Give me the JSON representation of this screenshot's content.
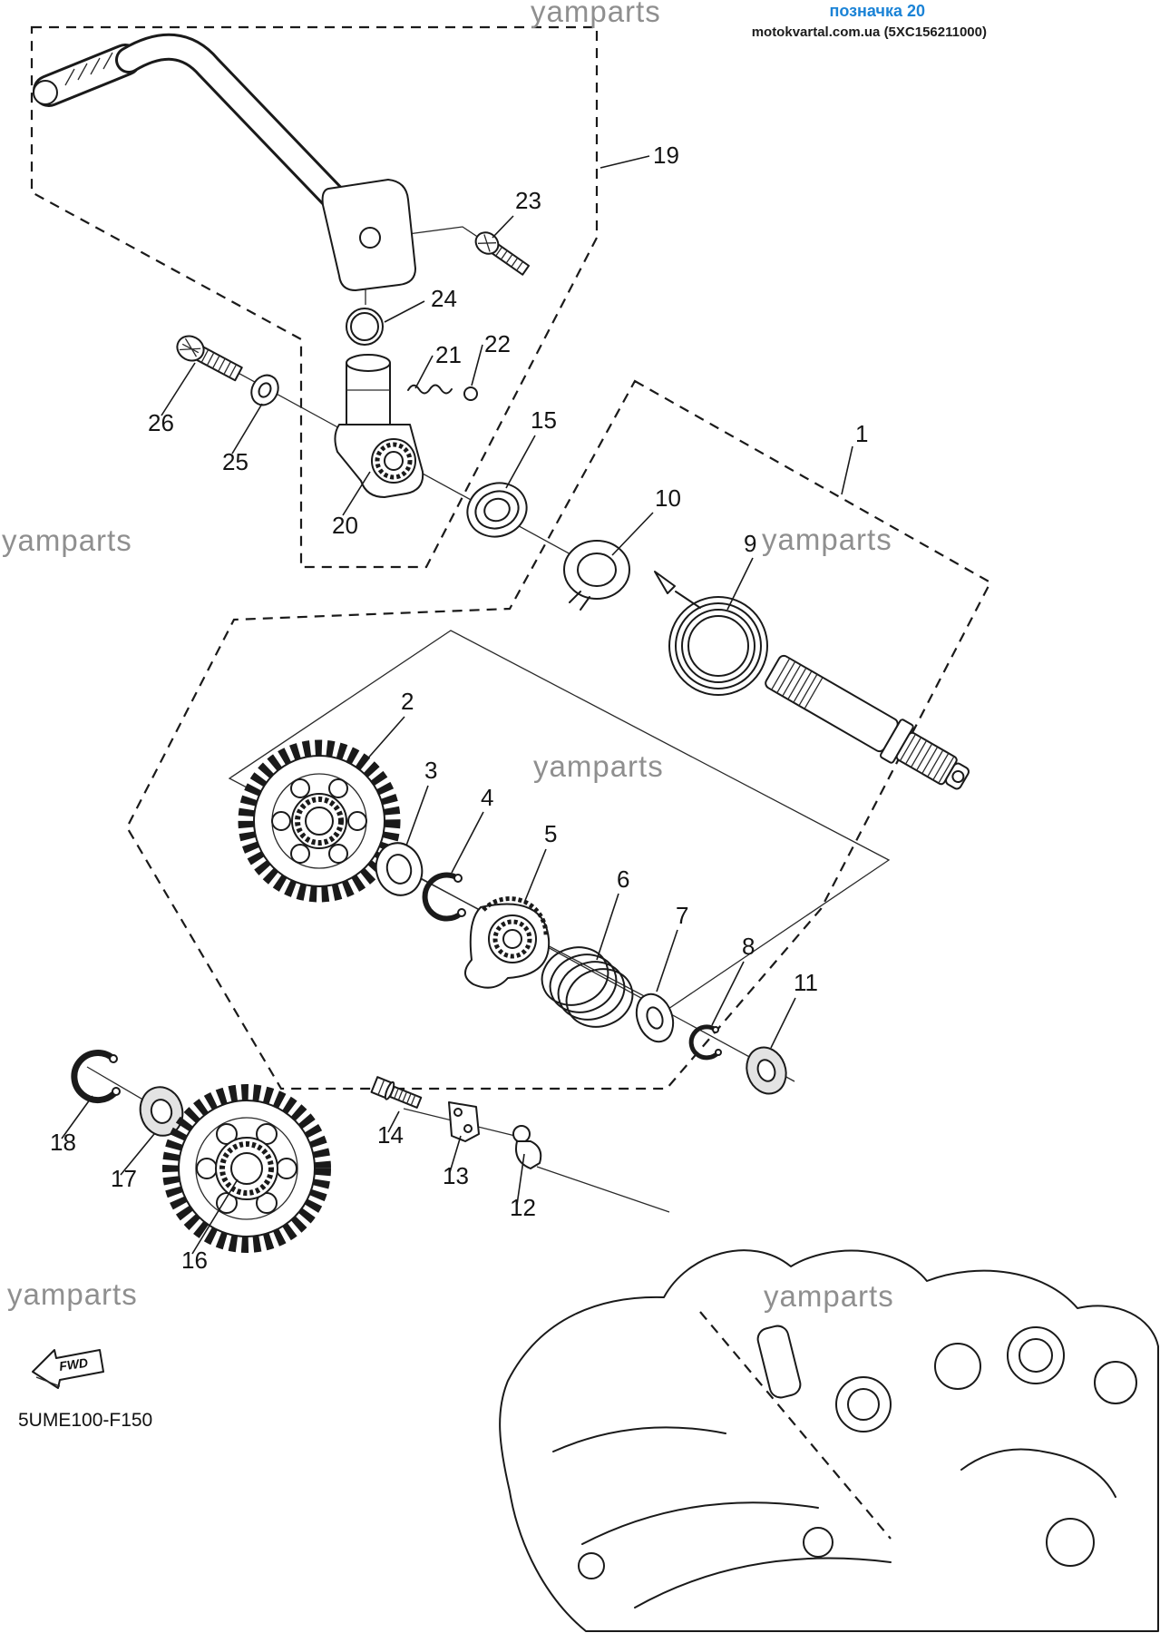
{
  "header": {
    "tag": "позначка 20",
    "site": "motokvartal.com.ua (5XC156211000)"
  },
  "watermark": "yamparts",
  "part_labels": [
    "1",
    "2",
    "3",
    "4",
    "5",
    "6",
    "7",
    "8",
    "9",
    "10",
    "11",
    "12",
    "13",
    "14",
    "15",
    "16",
    "17",
    "18",
    "19",
    "20",
    "21",
    "22",
    "23",
    "24",
    "25",
    "26"
  ],
  "footer": {
    "code": "5UME100-F150",
    "fwd": "FWD"
  },
  "colors": {
    "tag_blue": "#1b83d6",
    "diagram_line": "#1a1a1a",
    "watermark_gray": "#8f8f8f"
  }
}
